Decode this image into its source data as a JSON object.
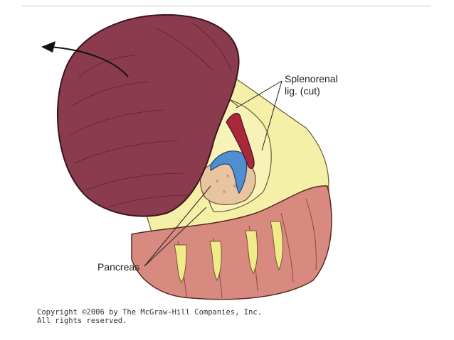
{
  "labels": {
    "splenorenal_line1": "Splenorenal",
    "splenorenal_line2": "lig. (cut)",
    "pancreas": "Pancreas"
  },
  "copyright": {
    "line1": "Copyright ©2006 by The McGraw-Hill Companies, Inc.",
    "line2": "All rights reserved."
  },
  "colors": {
    "spleen": "#8a3c4e",
    "peritoneum": "#f4f0a8",
    "vein": "#4f8fcf",
    "artery": "#a8283c",
    "pancreas": "#e8c4a0",
    "colon": "#d88a80"
  }
}
